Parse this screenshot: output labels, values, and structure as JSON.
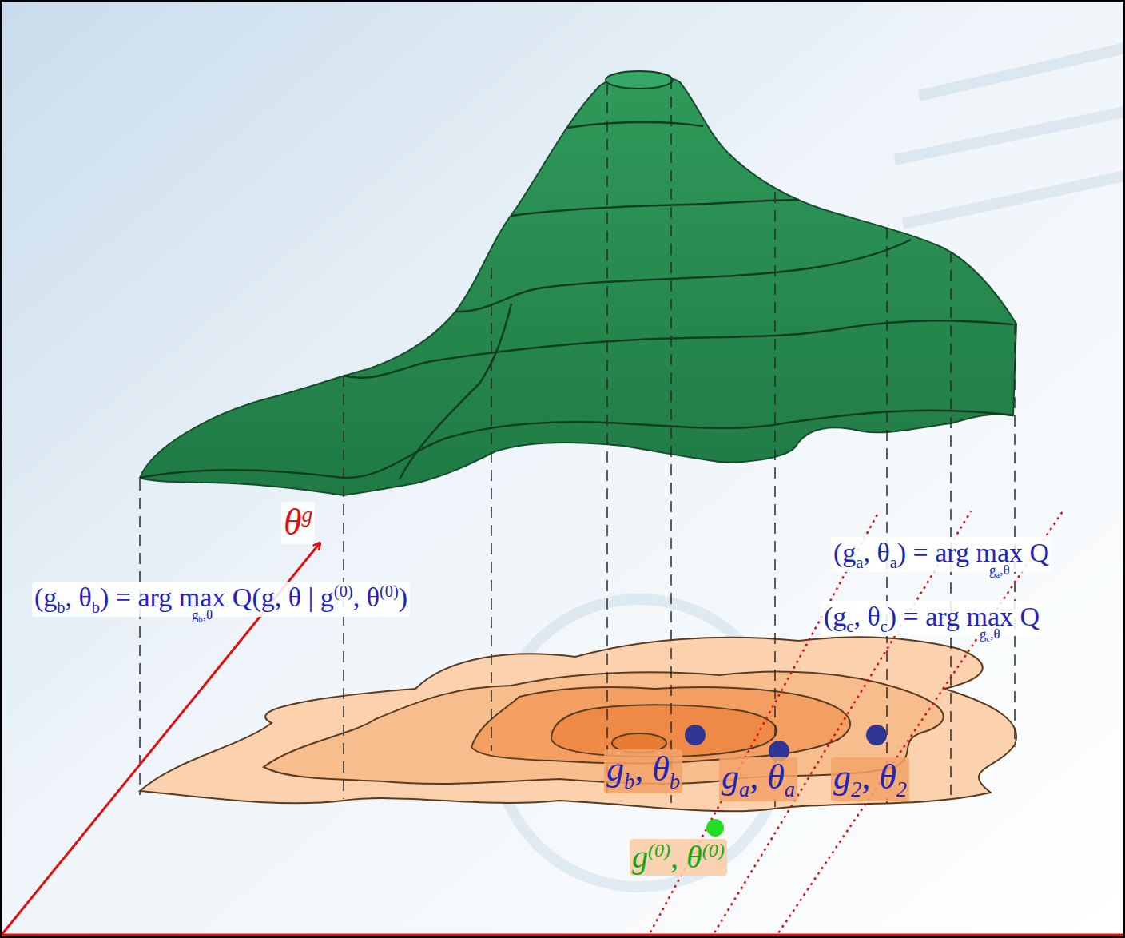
{
  "diagram": {
    "labels": [
      "θ",
      "g",
      "(g",
      "a",
      ", θ",
      "a",
      ") = arg max Q",
      "g",
      "a",
      ",θ",
      "(g",
      "b",
      ", θ",
      "b",
      ") = arg max Q(g, θ | g",
      "(0)",
      ", θ",
      "(0)",
      ")",
      "g",
      "b",
      ",θ",
      "(g",
      "c",
      ", θ",
      "c",
      ") = arg max Q",
      "g",
      "c",
      ",θ",
      "g",
      "b",
      ", θ",
      "b",
      "g",
      "a",
      ", θ",
      "a",
      "g",
      "2",
      ", θ",
      "2",
      "g",
      "(0)",
      ", θ",
      "(0)"
    ]
  }
}
